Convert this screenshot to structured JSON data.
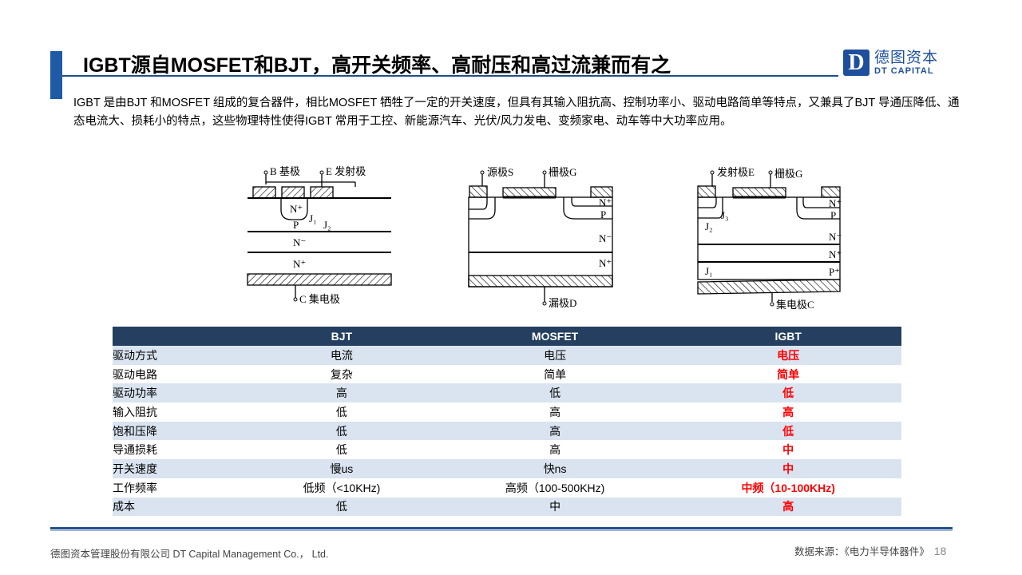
{
  "title": "IGBT源自MOSFET和BJT，高开关频率、高耐压和高过流兼而有之",
  "logo": {
    "mark": "D",
    "cn": "德图资本",
    "en": "DT CAPITAL"
  },
  "intro": "IGBT 是由BJT 和MOSFET 组成的复合器件，相比MOSFET 牺牲了一定的开关速度，但具有其输入阻抗高、控制功率小、驱动电路简单等特点，又兼具了BJT 导通压降低、通态电流大、损耗小的特点，这些物理特性使得IGBT 常用于工控、新能源汽车、光伏/风力发电、变频家电、动车等中大功率应用。",
  "diagrams": {
    "bjt": {
      "base": "B 基极",
      "emitter": "E 发射极",
      "collector": "C 集电极",
      "nplus": "N⁺",
      "p": "P",
      "nminus": "N⁻",
      "nplus2": "N⁺",
      "j1": "J₁",
      "j2": "J₂"
    },
    "mosfet": {
      "source": "源极S",
      "gate": "栅极G",
      "drain": "漏极D",
      "nplus": "N⁺",
      "p": "P",
      "nminus": "N⁻",
      "nplus2": "N⁺"
    },
    "igbt": {
      "emitter": "发射极E",
      "gate": "栅极G",
      "collector": "集电极C",
      "nplus": "N⁺",
      "p": "P",
      "nminus": "N⁻",
      "nplus2": "N⁺",
      "pplus": "P⁺",
      "j1": "J₁",
      "j2": "J₂",
      "j3": "J₃"
    }
  },
  "table": {
    "headers": [
      "",
      "BJT",
      "MOSFET",
      "IGBT"
    ],
    "rows": [
      [
        "驱动方式",
        "电流",
        "电压",
        "电压"
      ],
      [
        "驱动电路",
        "复杂",
        "简单",
        "简单"
      ],
      [
        "驱动功率",
        "高",
        "低",
        "低"
      ],
      [
        "输入阻抗",
        "低",
        "高",
        "高"
      ],
      [
        "饱和压降",
        "低",
        "高",
        "低"
      ],
      [
        "导通损耗",
        "低",
        "高",
        "中"
      ],
      [
        "开关速度",
        "慢us",
        "快ns",
        "中"
      ],
      [
        "工作频率",
        "低频（<10KHz)",
        "高频（100-500KHz)",
        "中频（10-100KHz)"
      ],
      [
        "成本",
        "低",
        "中",
        "高"
      ]
    ]
  },
  "footer": {
    "company": "德图资本管理股份有限公司  DT Capital Management Co.， Ltd.",
    "source": "数据来源：《电力半导体器件》",
    "page": "18"
  }
}
